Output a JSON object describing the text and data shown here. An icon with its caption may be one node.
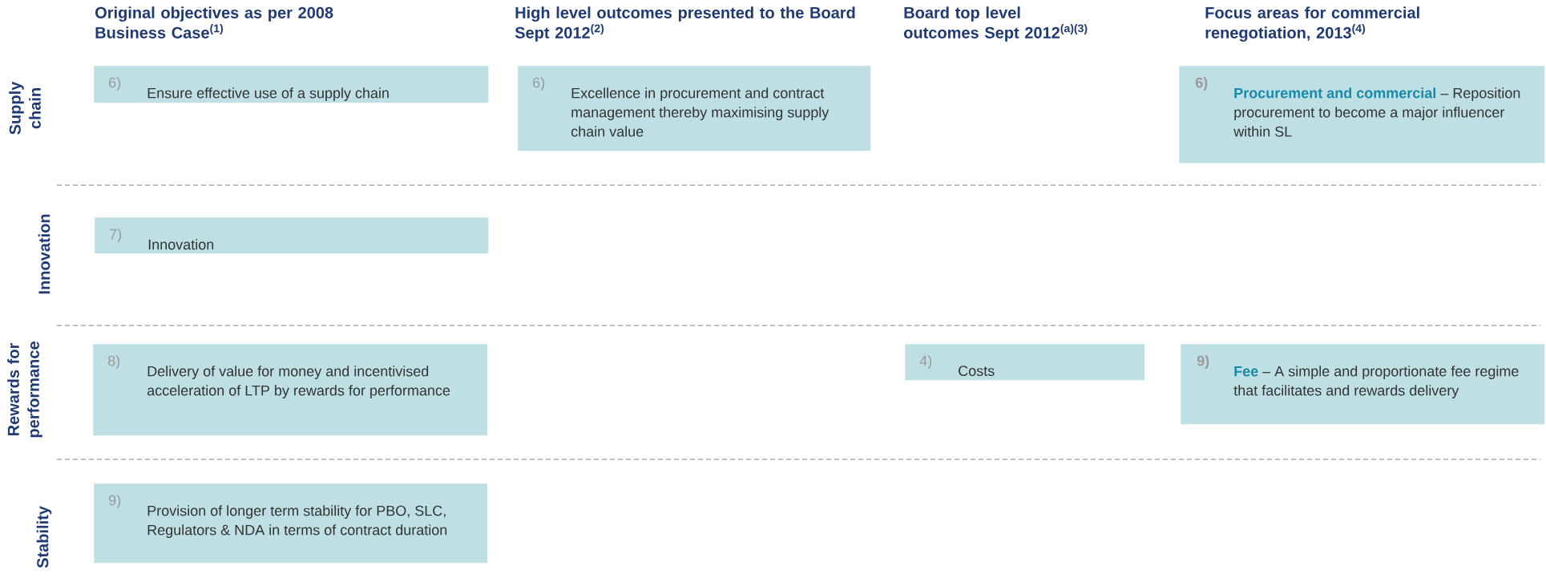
{
  "diagram": {
    "nodes": [
      {
        "text": [
          "6)",
          "Ensure effective use of a supply chain"
        ]
      },
      {
        "text": [
          "6)",
          "Excellence in procurement and contract management thereby maximising supply chain value"
        ]
      },
      {
        "text": [
          "6)",
          "**Procurement and commercial** – Reposition procurement to become a major influencer within SL"
        ]
      },
      {
        "text": [
          "7)",
          "Innovation"
        ]
      },
      {
        "text": [
          "8)",
          "Delivery of value for money and incentivised acceleration of LTP by rewards for performance"
        ]
      },
      {
        "text": [
          "4)",
          "Costs"
        ]
      },
      {
        "text": [
          "9)",
          "**Fee** – A simple and proportionate fee regime that facilitates and rewards delivery"
        ]
      },
      {
        "text": [
          "9)",
          "Provision of longer term stability for PBO, SLC, Regulators & NDA in terms of contract duration"
        ]
      }
    ],
    "labels": [
      "Original objectives as per 2008 Business Case$^{(1)}$",
      "High level outcomes presented to the Board Sept 2012$^{(2)}$",
      "Board top level outcomes Sept 2012$^{(a)(3)}$",
      "Focus areas for commercial renegotiation, 2013$^{(4)}$",
      "Supply chain",
      "Innovation",
      "Rewards for performance",
      "Stability"
    ]
  }
}
